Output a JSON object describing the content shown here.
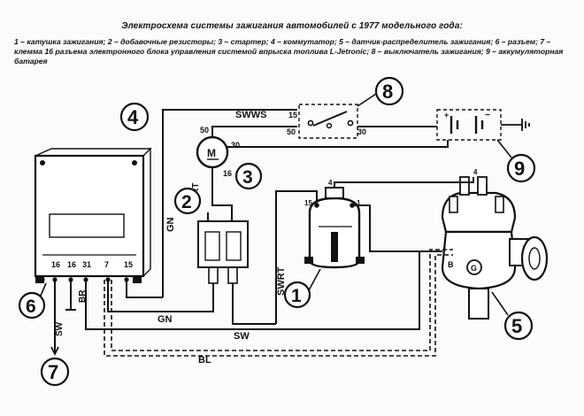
{
  "header": {
    "title": "Электросхема системы зажигания автомобилей с 1977 модельного года:",
    "legend": "1 – катушка зажигания; 2 – добавочные резисторы; 3 – стартер; 4 – коммутатор; 5 – датчик-распределитель зажигания; 6 – разъем; 7 – клемма 16 разъема электронного блока управления системой впрыска топлива L-Jetronic; 8 – выключатель зажигания; 9 – аккумуляторная батарея"
  },
  "callouts": {
    "n1": "1",
    "n2": "2",
    "n3": "3",
    "n4": "4",
    "n5": "5",
    "n6": "6",
    "n7": "7",
    "n8": "8",
    "n9": "9"
  },
  "wire_labels": {
    "swws": "SWWS",
    "swrt_starter": "SWRT",
    "swrt_coil": "SWRT",
    "gn_vertical": "GN",
    "gn_bottom": "GN",
    "sw_bottom": "SW",
    "sw_left": "SW",
    "br": "BR",
    "bl": "BL"
  },
  "terminals": {
    "switch_15": "15",
    "switch_50": "50",
    "switch_30": "30",
    "starter_50": "50",
    "starter_30": "30",
    "starter_m": "M",
    "starter_16": "16",
    "coil_15": "15",
    "coil_1": "1",
    "coil_4": "4",
    "dist_4": "4",
    "dist_b": "B",
    "dist_g": "G",
    "comm_16": "16",
    "comm_31": "31",
    "comm_7": "7",
    "comm_15": "15",
    "batt_plus": "+",
    "batt_minus": "−"
  }
}
